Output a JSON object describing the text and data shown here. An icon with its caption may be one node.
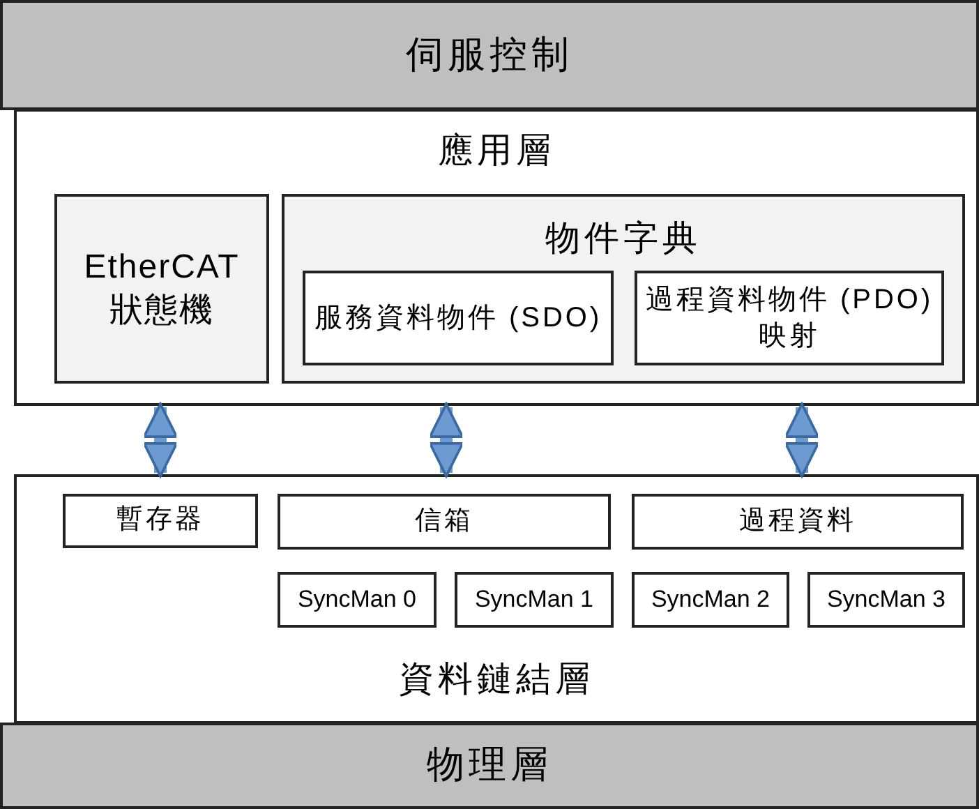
{
  "diagram": {
    "nodes": [
      {
        "text": [
          "伺服控制"
        ]
      },
      {
        "text": [
          "應用層"
        ]
      },
      {
        "text": [
          "EtherCAT 狀態機"
        ],
        "in": 1
      },
      {
        "text": [
          "物件字典"
        ],
        "in": 1
      },
      {
        "text": [
          "服務資料物件 (SDO)"
        ],
        "in": 3
      },
      {
        "text": [
          "過程資料物件 (PDO)映射"
        ],
        "in": 3
      },
      {
        "text": [
          "資料鏈結層"
        ]
      },
      {
        "text": [
          "暫存器"
        ],
        "in": 6
      },
      {
        "text": [
          "信箱"
        ],
        "in": 6
      },
      {
        "text": [
          "過程資料"
        ],
        "in": 6
      },
      {
        "text": [
          "SyncMan 0"
        ],
        "in": 6
      },
      {
        "text": [
          "SyncMan 1"
        ],
        "in": 6
      },
      {
        "text": [
          "SyncMan 2"
        ],
        "in": 6
      },
      {
        "text": [
          "SyncMan 3"
        ],
        "in": 6
      },
      {
        "text": [
          "物理層"
        ]
      }
    ],
    "edges": [
      {
        "from": 1,
        "to": 6,
        "arrow": "both"
      },
      {
        "from": 1,
        "to": 6,
        "arrow": "both"
      },
      {
        "from": 1,
        "to": 6,
        "arrow": "both"
      }
    ]
  }
}
